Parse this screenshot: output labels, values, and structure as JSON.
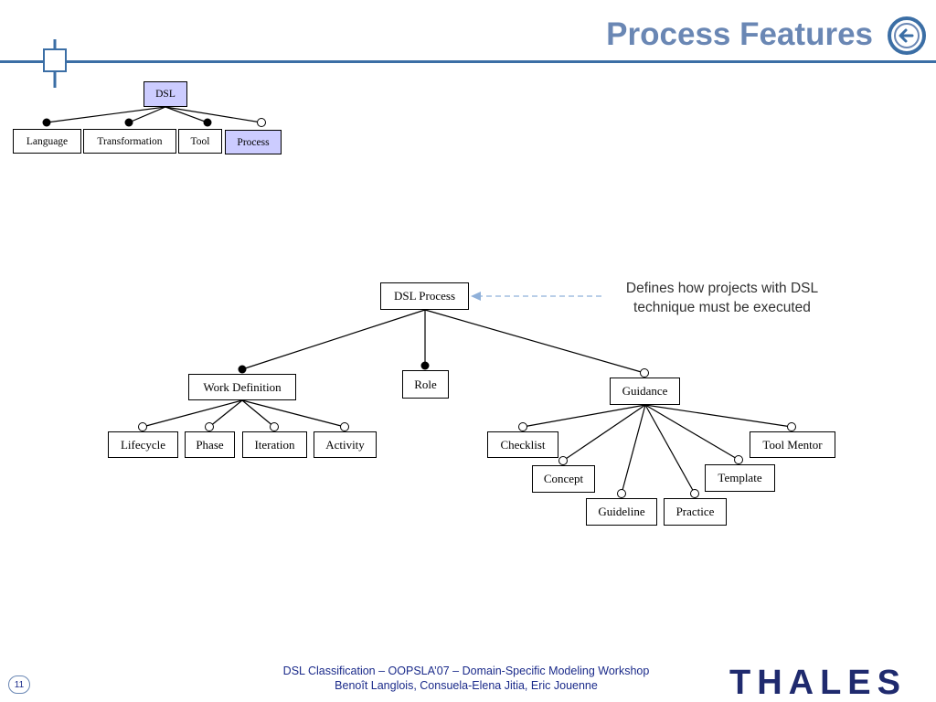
{
  "slide": {
    "title": "Process Features",
    "page_number": "11"
  },
  "top_tree": {
    "root": "DSL",
    "children": [
      "Language",
      "Transformation",
      "Tool",
      "Process"
    ]
  },
  "process_tree": {
    "root": "DSL Process",
    "work_definition": {
      "label": "Work Definition",
      "children": [
        "Lifecycle",
        "Phase",
        "Iteration",
        "Activity"
      ]
    },
    "role": "Role",
    "guidance": {
      "label": "Guidance",
      "children": [
        "Checklist",
        "Concept",
        "Guideline",
        "Practice",
        "Template",
        "Tool Mentor"
      ]
    }
  },
  "annotation": {
    "line1": "Defines how projects with DSL",
    "line2": "technique must be executed"
  },
  "footer": {
    "line1": "DSL Classification – OOPSLA’07 – Domain-Specific Modeling Workshop",
    "line2": "Benoît Langlois, Consuela-Elena Jitia, Eric Jouenne"
  },
  "logo": {
    "text": "THALES",
    "color": "#1f2a6e"
  },
  "colors": {
    "accent": "#3b6ea5",
    "title": "#6a87b4",
    "highlight": "#ccccff"
  },
  "icons": {
    "back": "back-arrow-icon"
  }
}
